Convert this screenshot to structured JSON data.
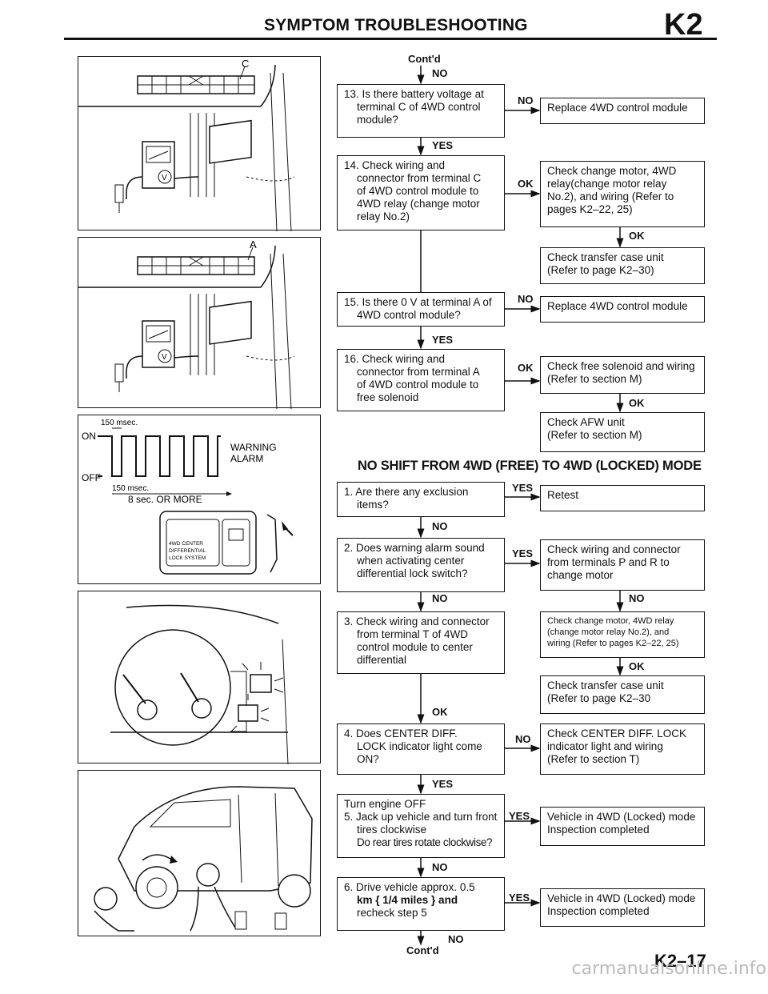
{
  "header": {
    "title": "SYMPTOM TROUBLESHOOTING",
    "code": "K2"
  },
  "footer": {
    "page": "K2–17",
    "watermark": "carmanualsonline.info"
  },
  "section_title": "NO SHIFT FROM 4WD (FREE) TO 4WD (LOCKED) MODE",
  "labels": {
    "contd_top": "Cont'd",
    "no_top": "NO",
    "no_13": "NO",
    "yes_13": "YES",
    "ok_14": "OK",
    "ok_14r": "OK",
    "no_15": "NO",
    "yes_15": "YES",
    "ok_16": "OK",
    "ok_16r": "OK",
    "yes_1": "YES",
    "no_1": "NO",
    "yes_2": "YES",
    "no_2": "NO",
    "no_2r": "NO",
    "ok_3r": "OK",
    "ok_3": "OK",
    "no_4": "NO",
    "yes_4": "YES",
    "yes_5": "YES",
    "no_5": "NO",
    "yes_6": "YES",
    "no_bottom": "NO",
    "contd_bottom": "Cont'd"
  },
  "steps": {
    "s13": [
      "13. Is there battery voltage at",
      "terminal C of 4WD control",
      "module?"
    ],
    "s14": [
      "14. Check wiring and",
      "connector from terminal C",
      "of 4WD control module to",
      "4WD relay (change motor",
      "relay No.2)"
    ],
    "s15": [
      "15. Is there 0 V at terminal A of",
      "4WD control module?"
    ],
    "s16": [
      "16. Check wiring and",
      "connector from terminal A",
      "of 4WD control module to",
      "free solenoid"
    ],
    "s1": [
      "1. Are there any exclusion",
      "items?"
    ],
    "s2": [
      "2. Does warning alarm sound",
      "when activating center",
      "differential lock switch?"
    ],
    "s3": [
      "3. Check wiring and connector",
      "from terminal T of 4WD",
      "control module to center",
      "differential"
    ],
    "s4": [
      "4. Does CENTER DIFF.",
      "LOCK indicator light come",
      "ON?"
    ],
    "s5": [
      "Turn engine OFF",
      "5. Jack up vehicle and turn front",
      "tires clockwise",
      "Do rear tires rotate clockwise?"
    ],
    "s6": [
      "6. Drive vehicle approx. 0.5",
      "km { 1/4 miles } and",
      "recheck step 5"
    ]
  },
  "results": {
    "r13": [
      "Replace 4WD control module"
    ],
    "r14": [
      "Check change motor, 4WD",
      "relay(change motor relay",
      "No.2), and wiring (Refer to",
      "pages K2–22, 25)"
    ],
    "r14b": [
      "Check transfer case unit",
      "(Refer to page K2–30)"
    ],
    "r15": [
      "Replace 4WD control module"
    ],
    "r16": [
      "Check free solenoid and wiring",
      "(Refer to section M)"
    ],
    "r16b": [
      "Check AFW unit",
      "(Refer to section M)"
    ],
    "r1": [
      "Retest"
    ],
    "r2": [
      "Check wiring and connector",
      "from terminals P and R to",
      "change motor"
    ],
    "r2b": [
      "Check change motor, 4WD relay",
      "(change motor relay No.2), and",
      "wiring (Refer to pages K2–22, 25)"
    ],
    "r3b": [
      "Check transfer case unit",
      "(Refer to page K2–30"
    ],
    "r4": [
      "Check CENTER DIFF. LOCK",
      "indicator light and wiring",
      "(Refer to section T)"
    ],
    "r5": [
      "Vehicle in 4WD (Locked) mode",
      "Inspection completed"
    ],
    "r6": [
      "Vehicle in 4WD (Locked) mode",
      "Inspection completed"
    ]
  },
  "figures": {
    "fig1_terminal": "C",
    "fig2_terminal": "A",
    "alarm": {
      "pulse": "150 msec.",
      "on": "ON",
      "off": "OFF",
      "pulse2": "150 msec.",
      "duration": "8 sec. OR MORE",
      "warning": "WARNING",
      "alarm": "ALARM",
      "switch_line1": "4WD CENTER",
      "switch_line2": "DIFFERENTIAL",
      "switch_line3": "LOCK SYSTEM"
    }
  }
}
